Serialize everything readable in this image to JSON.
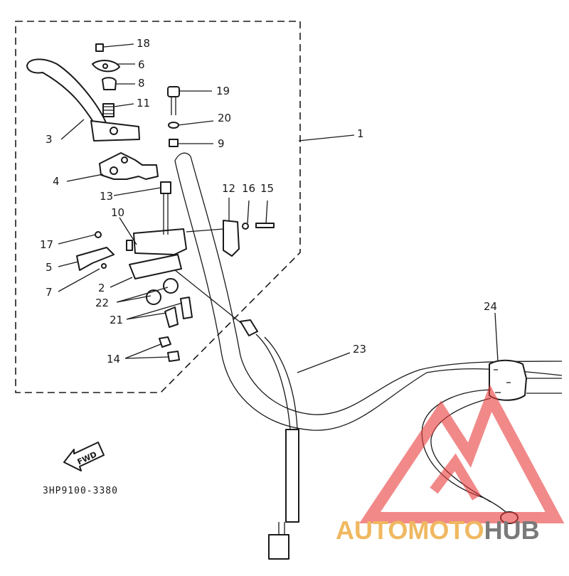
{
  "diagram": {
    "part_code": "3HP9100-3380",
    "fwd_label": "FWD",
    "callouts": [
      "1",
      "2",
      "3",
      "4",
      "5",
      "6",
      "7",
      "8",
      "9",
      "10",
      "11",
      "12",
      "13",
      "14",
      "15",
      "16",
      "17",
      "18",
      "19",
      "20",
      "21",
      "22",
      "23",
      "24"
    ]
  },
  "watermark": {
    "brand_part1": "AUTOMOTO",
    "brand_part2": "HUB",
    "color_primary": "#e83c3c",
    "color_accent": "#f0b860",
    "color_secondary": "#7a7a7a"
  }
}
